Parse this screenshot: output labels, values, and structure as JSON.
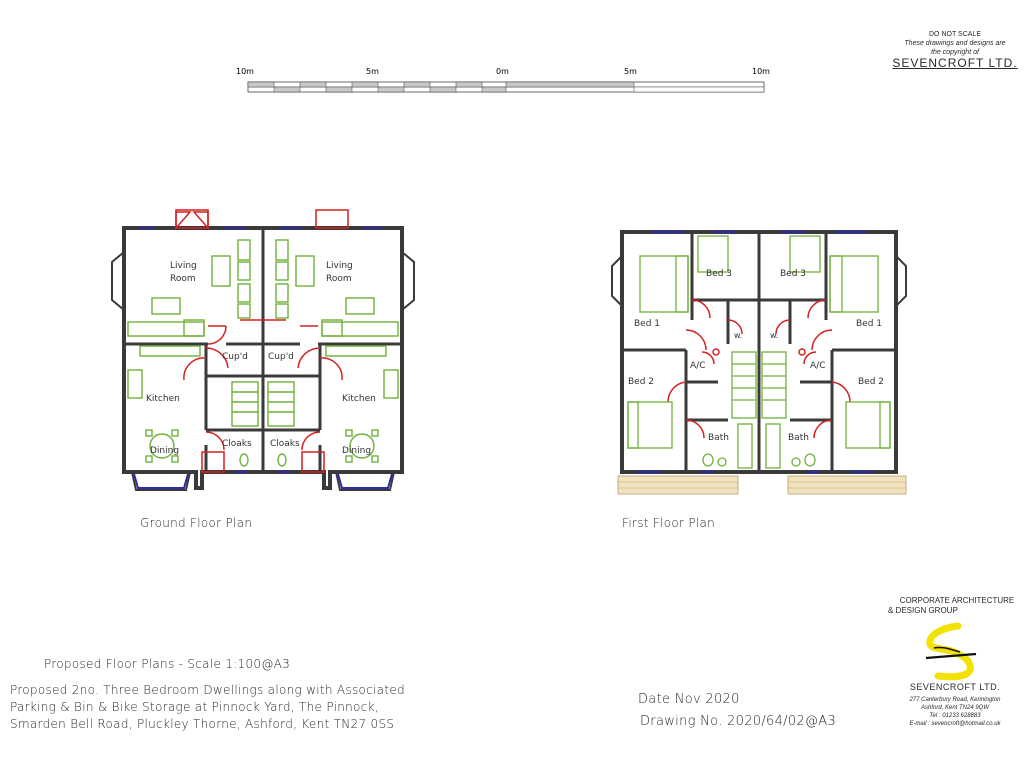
{
  "scale_bar": {
    "labels": [
      "10m",
      "5m",
      "0m",
      "5m",
      "10m"
    ]
  },
  "copyright": {
    "line1": "DO NOT SCALE",
    "line2": "These drawings and designs are",
    "line3": "the copyright of",
    "company": "SEVENCROFT LTD."
  },
  "ground_floor": {
    "title": "Ground Floor Plan",
    "rooms": {
      "living_l": "Living",
      "living_l2": "Room",
      "living_r": "Living",
      "living_r2": "Room",
      "kitchen_l": "Kitchen",
      "kitchen_r": "Kitchen",
      "dining_l": "Dining",
      "dining_r": "Dining",
      "cupd_l": "Cup'd",
      "cupd_r": "Cup'd",
      "cloaks_l": "Cloaks",
      "cloaks_r": "Cloaks"
    }
  },
  "first_floor": {
    "title": "First Floor Plan",
    "rooms": {
      "bed1_l": "Bed 1",
      "bed1_r": "Bed 1",
      "bed2_l": "Bed 2",
      "bed2_r": "Bed 2",
      "bed3_l": "Bed 3",
      "bed3_r": "Bed 3",
      "ac_l": "A/C",
      "ac_r": "A/C",
      "w_l": "w.",
      "w_r": "w.",
      "bath_l": "Bath",
      "bath_r": "Bath"
    }
  },
  "title_block": {
    "scale_title": "Proposed Floor Plans - Scale 1:100@A3",
    "description_1": "Proposed 2no. Three Bedroom Dwellings along with Associated",
    "description_2": "Parking & Bin & Bike Storage at Pinnock Yard, The Pinnock,",
    "description_3": "Smarden Bell Road, Pluckley Thorne, Ashford, Kent TN27 0SS",
    "date": "Date Nov 2020",
    "drawing_no": "Drawing No. 2020/64/02@A3"
  },
  "company": {
    "group_1": "CORPORATE ARCHITECTURE",
    "group_2": "& DESIGN GROUP",
    "name": "SEVENCROFT LTD.",
    "address_1": "277 Canterbury Road, Kennington",
    "address_2": "Ashford, Kent TN24 9QW",
    "tel": "Tel : 01233 628883",
    "email": "E-mail : sevencroft@hotmail.co.uk"
  },
  "colors": {
    "wall": "#3a3a3a",
    "furniture": "#6fb23a",
    "door": "#d42020",
    "window": "#2c2ca8",
    "logo_yellow": "#f2e200",
    "logo_black": "#111111"
  }
}
